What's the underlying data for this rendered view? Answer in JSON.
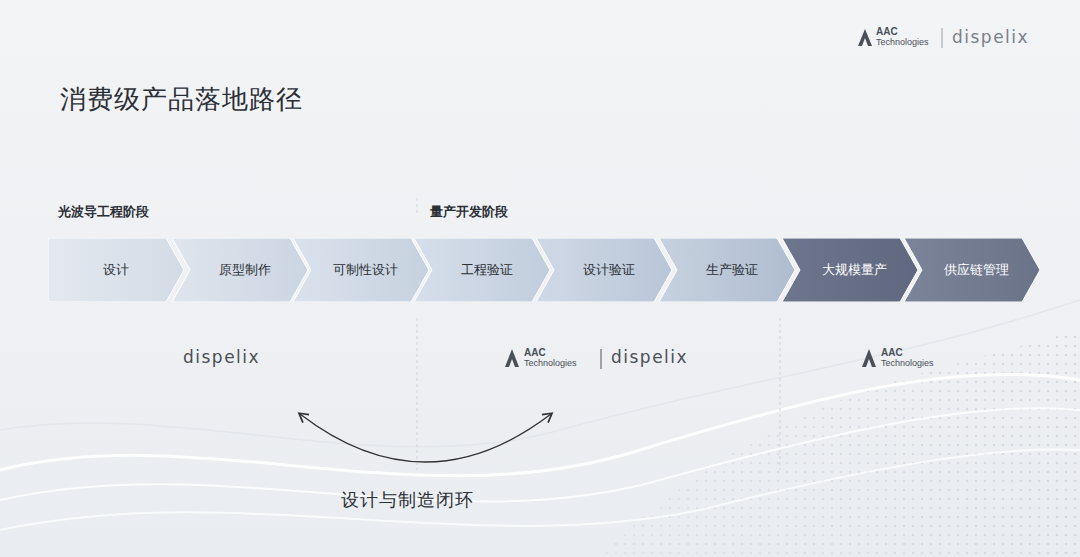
{
  "diagram": {
    "title": "消费级产品落地路径",
    "caption": "设计与制造闭环",
    "nodes": [
      {
        "text": [
          "设计"
        ]
      },
      {
        "text": [
          "原型制作"
        ]
      },
      {
        "text": [
          "可制性设计"
        ]
      },
      {
        "text": [
          "工程验证"
        ]
      },
      {
        "text": [
          "设计验证"
        ]
      },
      {
        "text": [
          "生产验证"
        ]
      },
      {
        "text": [
          "大规模量产"
        ]
      },
      {
        "text": [
          "供应链管理"
        ]
      }
    ],
    "labels": [
      "AAC",
      "Technologies",
      "dispelix",
      "光波导工程阶段",
      "量产开发阶段",
      "dispelix",
      "AAC",
      "Technologies",
      "dispelix",
      "AAC",
      "Technologies"
    ]
  }
}
